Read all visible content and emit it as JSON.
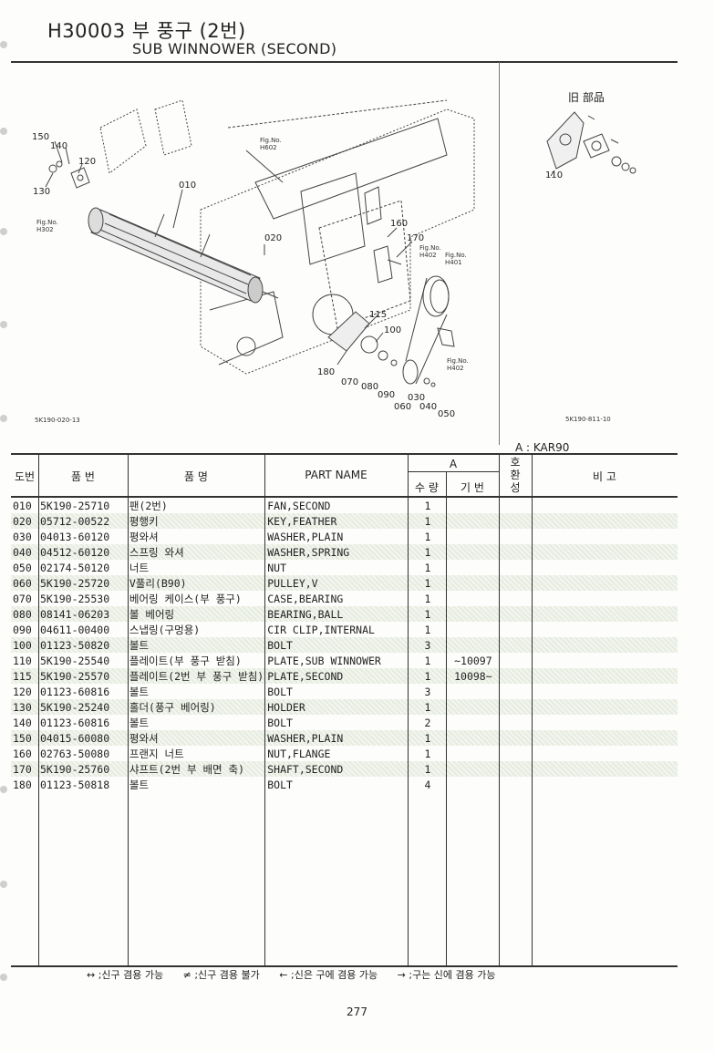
{
  "header": {
    "code_title": "H30003 부 풍구 (2번)",
    "english_title": "SUB WINNOWER (SECOND)"
  },
  "diagram": {
    "callouts": [
      "010",
      "020",
      "030",
      "040",
      "050",
      "060",
      "070",
      "080",
      "090",
      "100",
      "115",
      "120",
      "130",
      "140",
      "150",
      "160",
      "170",
      "180"
    ],
    "refs": [
      {
        "label": "Fig.No.\nH602"
      },
      {
        "label": "Fig.No.\nH302"
      },
      {
        "label": "Fig.No.\nH402"
      },
      {
        "label": "Fig.No.\nH401"
      },
      {
        "label": "Fig.No.\nH402"
      }
    ],
    "drawing_code": "5K190-020-13",
    "old_parts_title": "旧 部品",
    "old_callout": "110",
    "old_drawing_code": "5K190-811-10"
  },
  "table": {
    "column_group_label": "A : KAR90",
    "headers": {
      "ref_no": "도번",
      "part_no": "품   번",
      "part_name_kr": "품        명",
      "part_name_en": "PART  NAME",
      "group_a": "A",
      "qty": "수 량",
      "serial": "기 번",
      "compat": "호\n환\n성",
      "remarks": "비        고"
    },
    "rows": [
      {
        "no": "010",
        "part": "5K190-25710",
        "kr": "팬(2번)",
        "en": "FAN,SECOND",
        "qty": "1",
        "serial": "",
        "shade": false
      },
      {
        "no": "020",
        "part": "05712-00522",
        "kr": "평행키",
        "en": "KEY,FEATHER",
        "qty": "1",
        "serial": "",
        "shade": true
      },
      {
        "no": "030",
        "part": "04013-60120",
        "kr": "평와셔",
        "en": "WASHER,PLAIN",
        "qty": "1",
        "serial": "",
        "shade": false
      },
      {
        "no": "040",
        "part": "04512-60120",
        "kr": "스프링 와셔",
        "en": "WASHER,SPRING",
        "qty": "1",
        "serial": "",
        "shade": true
      },
      {
        "no": "050",
        "part": "02174-50120",
        "kr": "너트",
        "en": "NUT",
        "qty": "1",
        "serial": "",
        "shade": false
      },
      {
        "no": "060",
        "part": "5K190-25720",
        "kr": "V풀리(B90)",
        "en": "PULLEY,V",
        "qty": "1",
        "serial": "",
        "shade": true
      },
      {
        "no": "070",
        "part": "5K190-25530",
        "kr": "베어링 케이스(부 풍구)",
        "en": "CASE,BEARING",
        "qty": "1",
        "serial": "",
        "shade": false
      },
      {
        "no": "080",
        "part": "08141-06203",
        "kr": "볼 베어링",
        "en": "BEARING,BALL",
        "qty": "1",
        "serial": "",
        "shade": true
      },
      {
        "no": "090",
        "part": "04611-00400",
        "kr": "스냅링(구멍용)",
        "en": "CIR CLIP,INTERNAL",
        "qty": "1",
        "serial": "",
        "shade": false
      },
      {
        "no": "100",
        "part": "01123-50820",
        "kr": "볼트",
        "en": "BOLT",
        "qty": "3",
        "serial": "",
        "shade": true
      },
      {
        "no": "110",
        "part": "5K190-25540",
        "kr": "플레이트(부 풍구 받침)",
        "en": "PLATE,SUB WINNOWER",
        "qty": "1",
        "serial": "~10097",
        "shade": false
      },
      {
        "no": "115",
        "part": "5K190-25570",
        "kr": "플레이트(2번 부 풍구 받침)",
        "en": "PLATE,SECOND",
        "qty": "1",
        "serial": "10098~",
        "shade": true
      },
      {
        "no": "120",
        "part": "01123-60816",
        "kr": "볼트",
        "en": "BOLT",
        "qty": "3",
        "serial": "",
        "shade": false
      },
      {
        "no": "130",
        "part": "5K190-25240",
        "kr": "홀더(풍구 베어링)",
        "en": "HOLDER",
        "qty": "1",
        "serial": "",
        "shade": true
      },
      {
        "no": "140",
        "part": "01123-60816",
        "kr": "볼트",
        "en": "BOLT",
        "qty": "2",
        "serial": "",
        "shade": false
      },
      {
        "no": "150",
        "part": "04015-60080",
        "kr": "평와셔",
        "en": "WASHER,PLAIN",
        "qty": "1",
        "serial": "",
        "shade": true
      },
      {
        "no": "160",
        "part": "02763-50080",
        "kr": "프랜지 너트",
        "en": "NUT,FLANGE",
        "qty": "1",
        "serial": "",
        "shade": false
      },
      {
        "no": "170",
        "part": "5K190-25760",
        "kr": "샤프트(2번 부 배면 축)",
        "en": "SHAFT,SECOND",
        "qty": "1",
        "serial": "",
        "shade": true
      },
      {
        "no": "180",
        "part": "01123-50818",
        "kr": "볼트",
        "en": "BOLT",
        "qty": "4",
        "serial": "",
        "shade": false
      }
    ]
  },
  "legend": [
    "↔ ;신구 겸용 가능",
    "≠ ;신구 겸용 불가",
    "← ;신은 구에 겸용 가능",
    "→ ;구는 신에 겸용 가능"
  ],
  "page_number": "277"
}
